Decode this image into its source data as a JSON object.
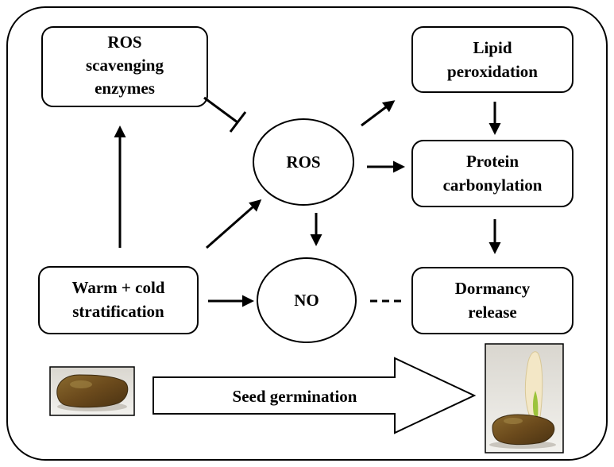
{
  "diagram": {
    "nodes": {
      "ros_scavenging": {
        "lines": [
          "ROS",
          "scavenging",
          "enzymes"
        ]
      },
      "ros": {
        "lines": [
          "ROS"
        ]
      },
      "lipid_peroxidation": {
        "lines": [
          "Lipid",
          "peroxidation"
        ]
      },
      "protein_carbonylation": {
        "lines": [
          "Protein",
          "carbonylation"
        ]
      },
      "warm_cold": {
        "lines": [
          "Warm + cold",
          "stratification"
        ]
      },
      "no": {
        "lines": [
          "NO"
        ]
      },
      "dormancy_release": {
        "lines": [
          "Dormancy",
          "release"
        ]
      }
    },
    "germination_label": "Seed germination",
    "edges": [
      {
        "from": "warm_cold",
        "to": "ros_scavenging",
        "type": "arrow"
      },
      {
        "from": "ros_scavenging",
        "to": "ros",
        "type": "inhibition"
      },
      {
        "from": "warm_cold",
        "to": "ros",
        "type": "arrow"
      },
      {
        "from": "warm_cold",
        "to": "no",
        "type": "arrow"
      },
      {
        "from": "ros",
        "to": "no",
        "type": "arrow"
      },
      {
        "from": "ros",
        "to": "lipid_peroxidation",
        "type": "arrow"
      },
      {
        "from": "ros",
        "to": "protein_carbonylation",
        "type": "arrow"
      },
      {
        "from": "lipid_peroxidation",
        "to": "protein_carbonylation",
        "type": "arrow"
      },
      {
        "from": "protein_carbonylation",
        "to": "dormancy_release",
        "type": "arrow"
      },
      {
        "from": "no",
        "to": "dormancy_release",
        "type": "dashed"
      }
    ],
    "colors": {
      "stroke": "#000000",
      "background": "#ffffff"
    }
  }
}
